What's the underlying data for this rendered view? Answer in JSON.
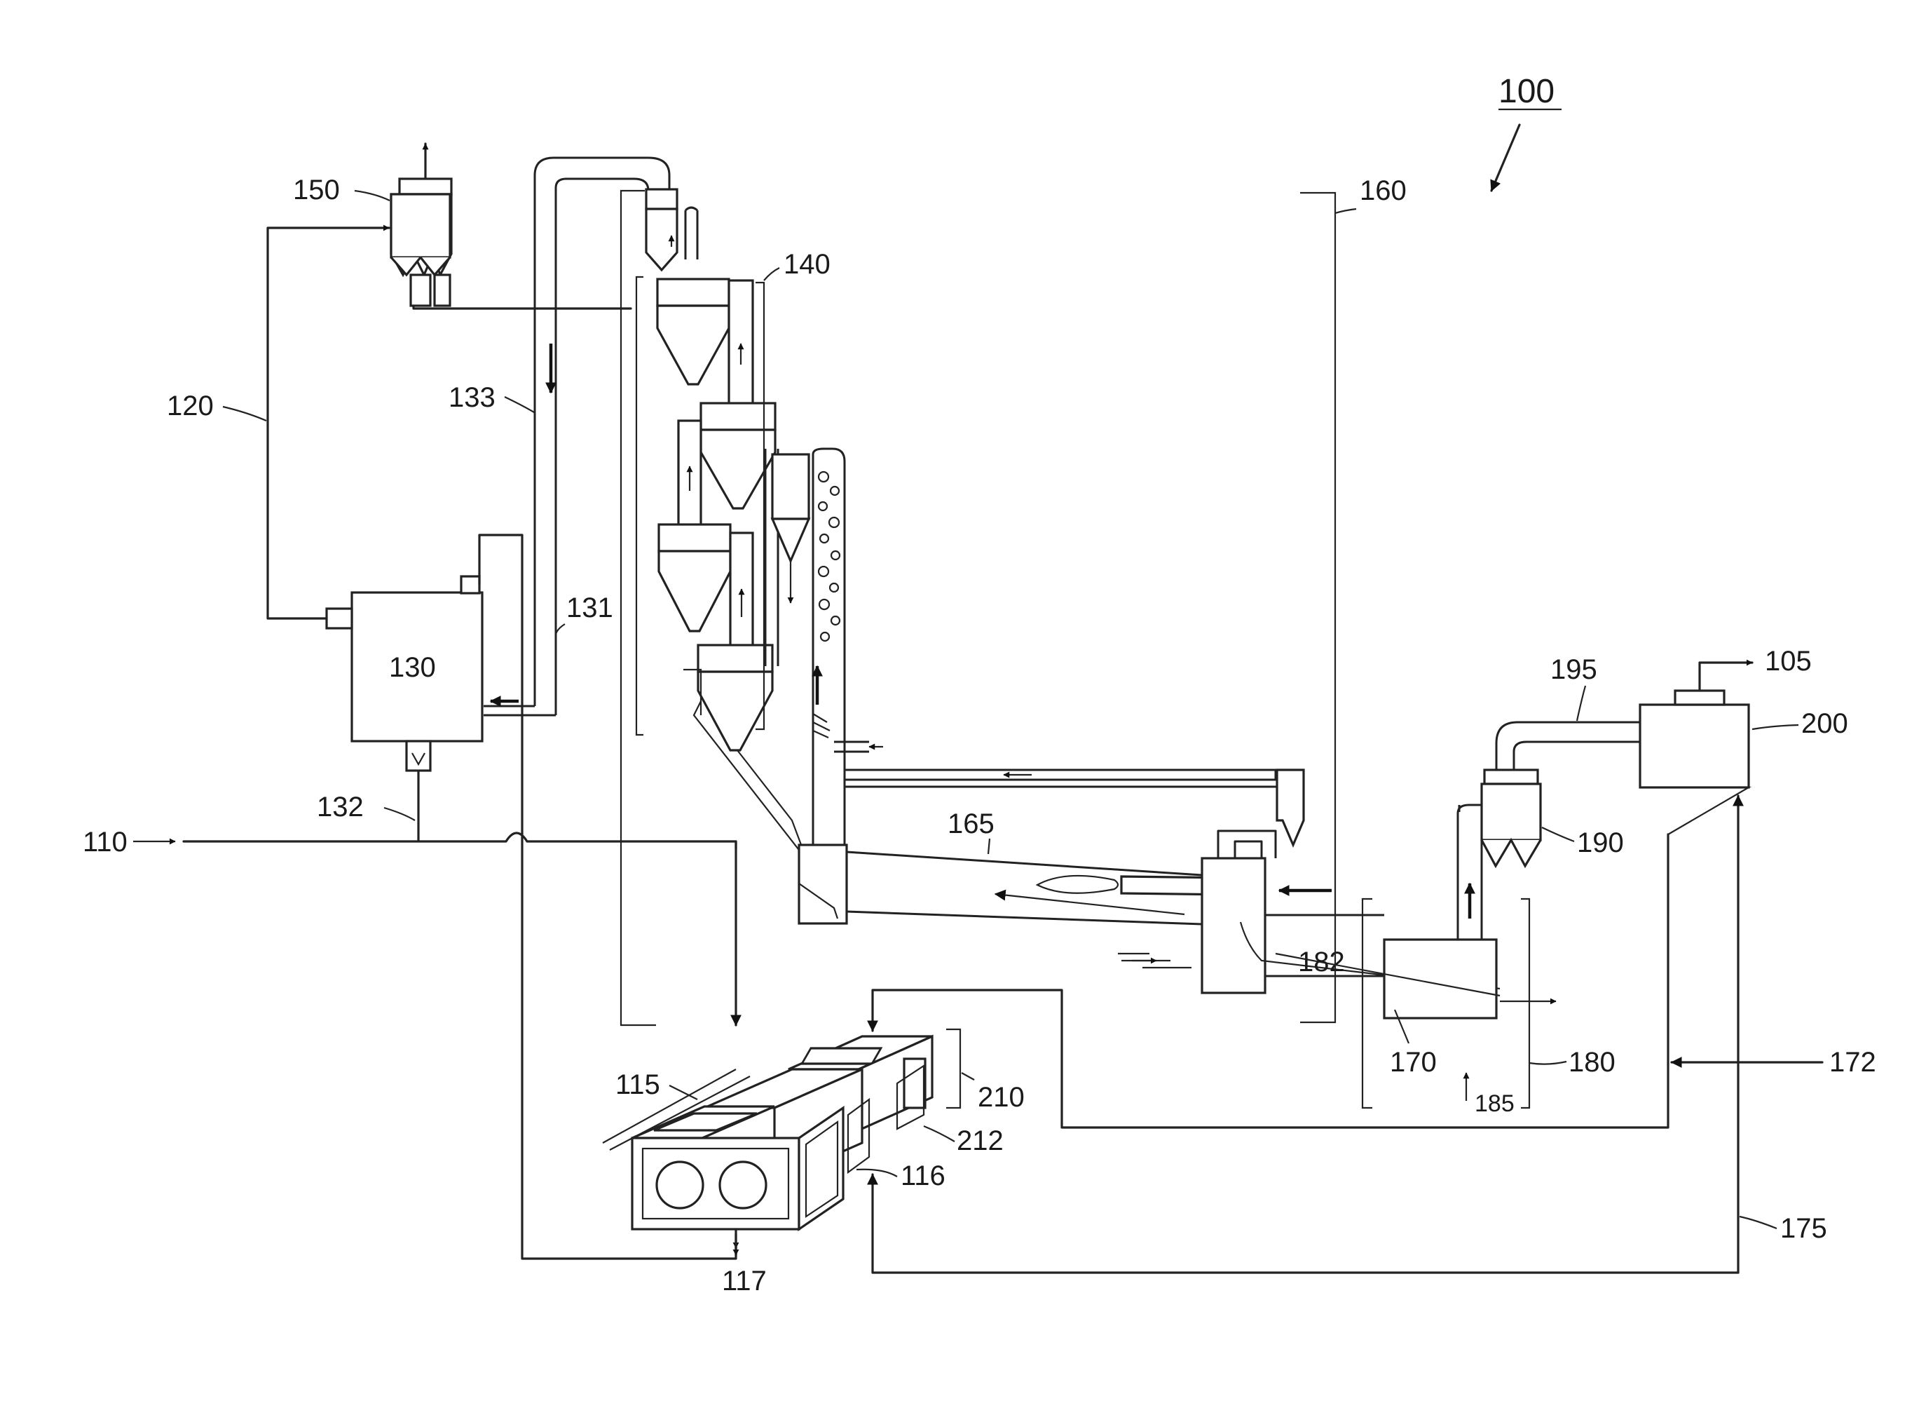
{
  "figure": {
    "reference": "100",
    "labels": {
      "l105": "105",
      "l110": "110",
      "l115": "115",
      "l116": "116",
      "l117": "117",
      "l120": "120",
      "l130": "130",
      "l131": "131",
      "l132": "132",
      "l133": "133",
      "l140": "140",
      "l150": "150",
      "l160": "160",
      "l165": "165",
      "l170": "170",
      "l172": "172",
      "l175": "175",
      "l180": "180",
      "l182": "182",
      "l185": "185",
      "l190": "190",
      "l195": "195",
      "l200": "200",
      "l210": "210",
      "l212": "212"
    }
  }
}
